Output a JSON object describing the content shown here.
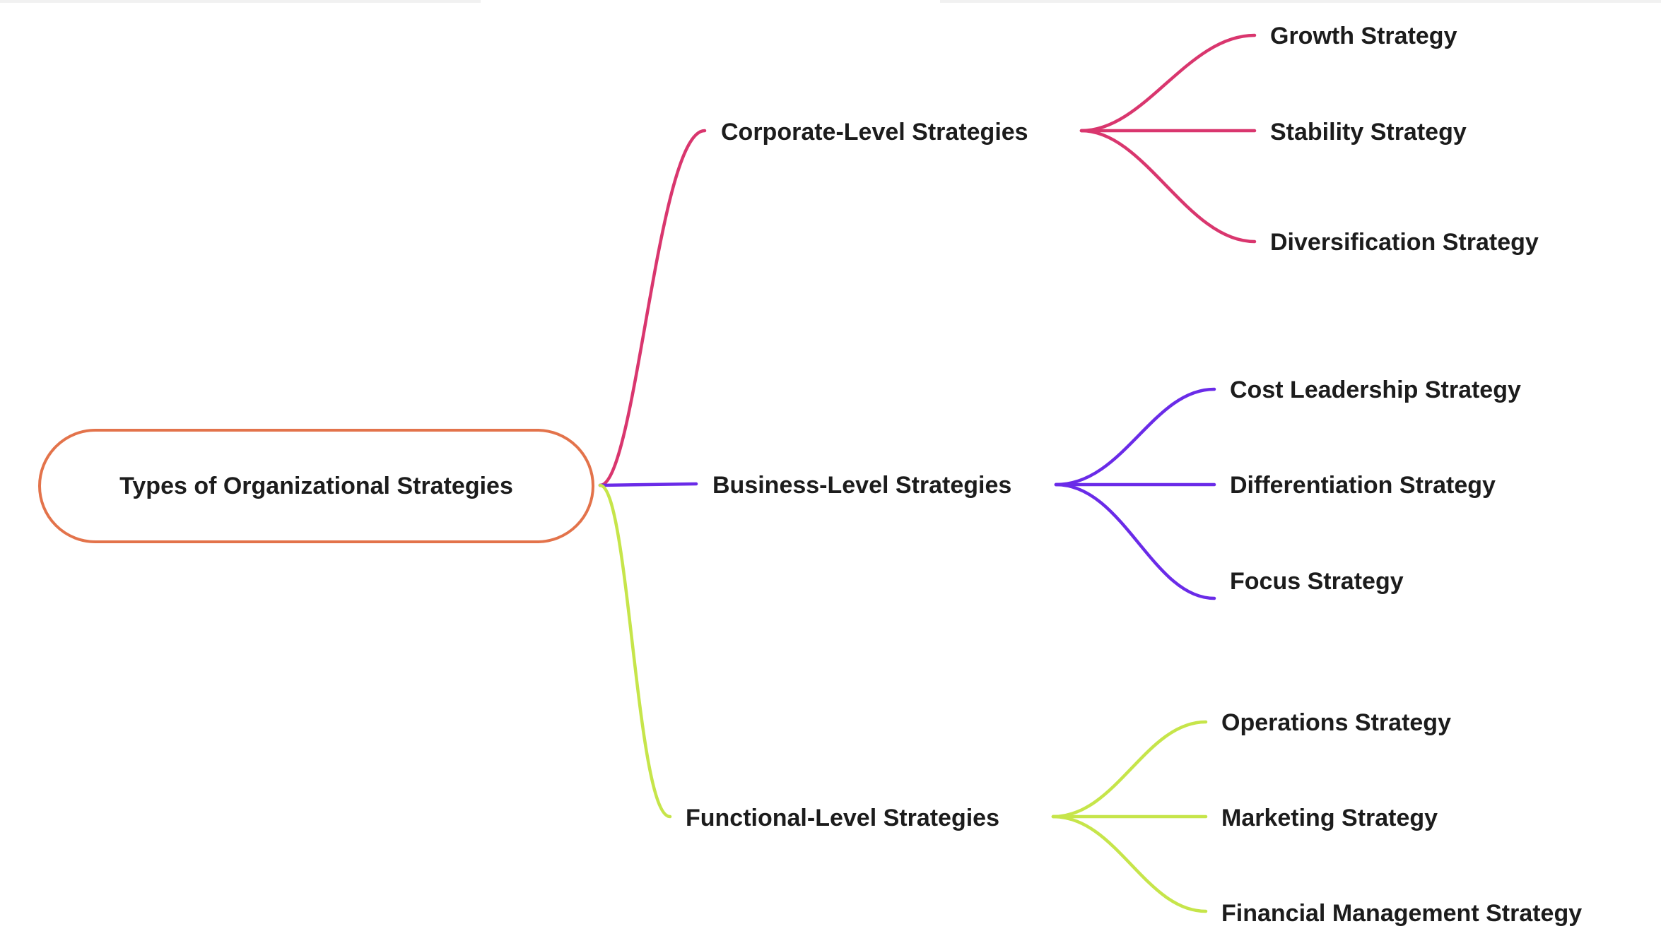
{
  "root": {
    "label": "Types of Organizational Strategies",
    "color": "#E3734B"
  },
  "branches": [
    {
      "label": "Corporate-Level Strategies",
      "color": "#D9366E",
      "children": [
        "Growth Strategy",
        "Stability Strategy",
        "Diversification Strategy"
      ]
    },
    {
      "label": "Business-Level Strategies",
      "color": "#6A2BE8",
      "children": [
        "Cost Leadership Strategy",
        "Differentiation Strategy",
        "Focus Strategy"
      ]
    },
    {
      "label": "Functional-Level Strategies",
      "color": "#C6E54A",
      "children": [
        "Operations Strategy",
        "Marketing Strategy",
        "Financial Management Strategy"
      ]
    }
  ]
}
